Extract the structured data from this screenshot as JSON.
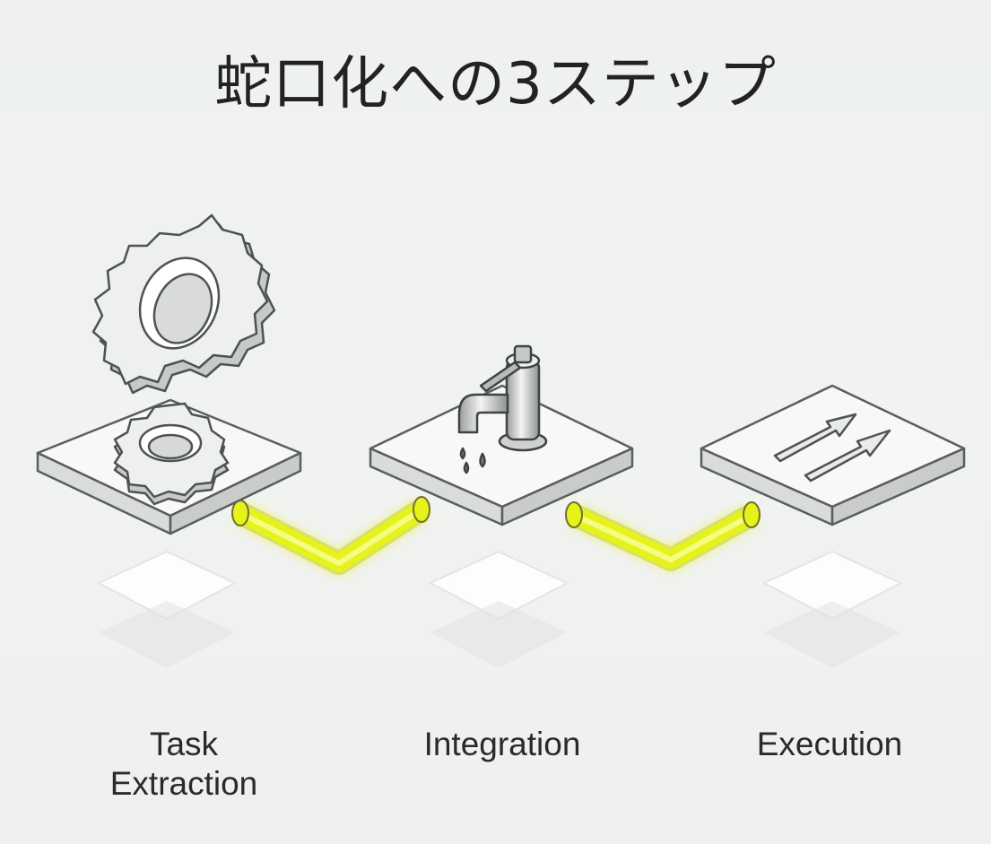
{
  "title": "蛇口化への3ステップ",
  "steps": [
    {
      "label": "Task\nExtraction",
      "icon": "gears-icon"
    },
    {
      "label": "Integration",
      "icon": "faucet-icon"
    },
    {
      "label": "Execution",
      "icon": "arrows-icon"
    }
  ],
  "colors": {
    "pipe": "#e6f21a",
    "pipe_glow": "#f2ff6a",
    "platform_top": "#f7f8f7",
    "platform_side": "#d9dcda",
    "stroke": "#5a5e5c",
    "text": "#222222"
  }
}
